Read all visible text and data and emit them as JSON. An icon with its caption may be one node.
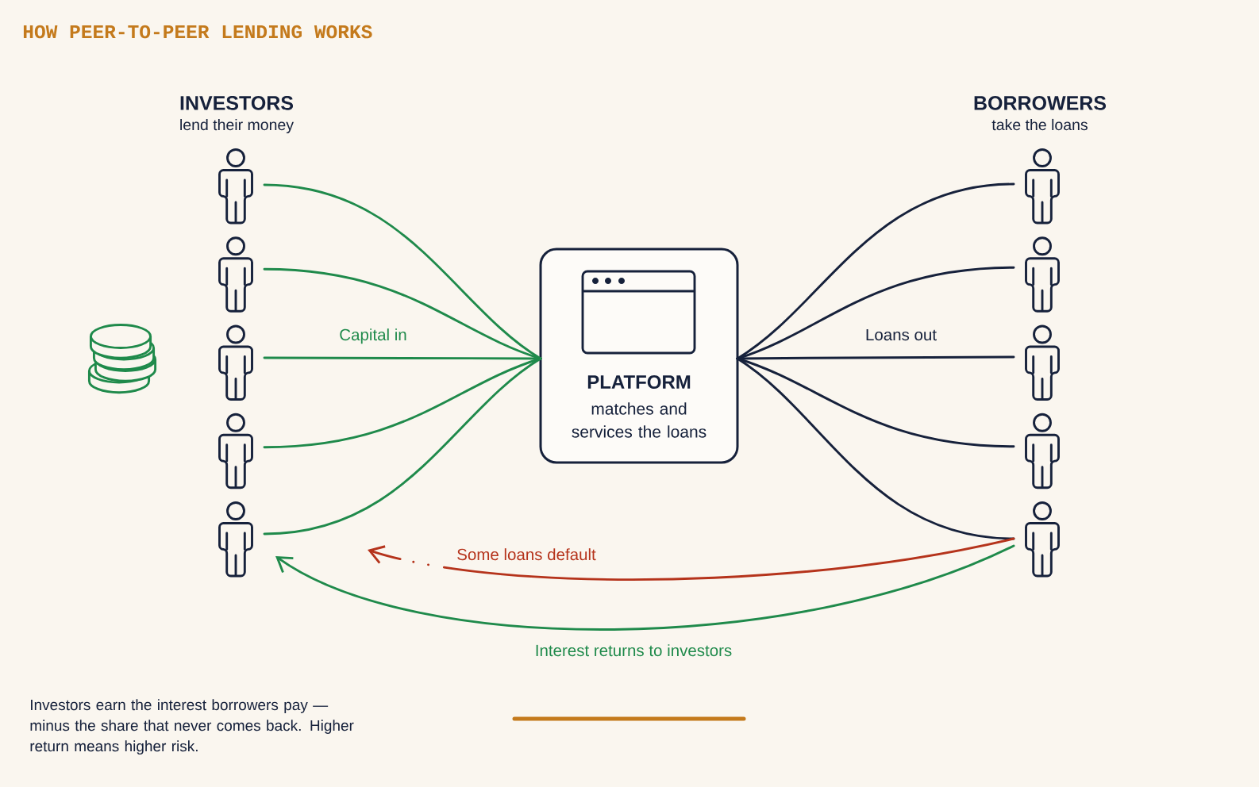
{
  "diagram": {
    "title": "HOW PEER-TO-PEER LENDING WORKS",
    "caption": "Investors earn the interest borrowers pay — minus the share that never comes back. Higher return means higher risk.",
    "nodes": [
      {
        "text": [],
        "shape": "person"
      },
      {
        "text": [],
        "shape": "person"
      },
      {
        "text": [],
        "shape": "person"
      },
      {
        "text": [],
        "shape": "person"
      },
      {
        "text": [],
        "shape": "person"
      },
      {
        "text": [
          "PLATFORM",
          "matches and services the loans"
        ]
      },
      {
        "text": [],
        "shape": "person"
      },
      {
        "text": [],
        "shape": "person"
      },
      {
        "text": [],
        "shape": "person"
      },
      {
        "text": [],
        "shape": "person"
      },
      {
        "text": [],
        "shape": "person"
      }
    ],
    "edges": [
      {
        "from": 0,
        "to": 5,
        "arrow": "none",
        "color": "#1f8a4b"
      },
      {
        "from": 1,
        "to": 5,
        "arrow": "none",
        "color": "#1f8a4b"
      },
      {
        "from": 2,
        "to": 5,
        "arrow": "none",
        "label": "Capital in",
        "color": "#1f8a4b"
      },
      {
        "from": 3,
        "to": 5,
        "arrow": "none",
        "color": "#1f8a4b"
      },
      {
        "from": 4,
        "to": 5,
        "arrow": "none",
        "color": "#1f8a4b"
      },
      {
        "from": 5,
        "to": 6,
        "arrow": "none",
        "color": "#16213b"
      },
      {
        "from": 5,
        "to": 7,
        "arrow": "none",
        "color": "#16213b"
      },
      {
        "from": 5,
        "to": 8,
        "arrow": "none",
        "label": "Loans out",
        "color": "#16213b"
      },
      {
        "from": 5,
        "to": 9,
        "arrow": "none",
        "color": "#16213b"
      },
      {
        "from": 5,
        "to": 10,
        "arrow": "none",
        "color": "#16213b"
      },
      {
        "from": 10,
        "to": null,
        "arrow": "to",
        "label": "Some loans default",
        "style": "dashed",
        "color": "#b5331b"
      },
      {
        "from": 10,
        "to": 4,
        "arrow": "to",
        "label": "Interest returns to investors",
        "color": "#1f8a4b"
      }
    ],
    "labels": [
      "INVESTORS",
      "lend their money",
      "BORROWERS",
      "take the loans"
    ]
  }
}
